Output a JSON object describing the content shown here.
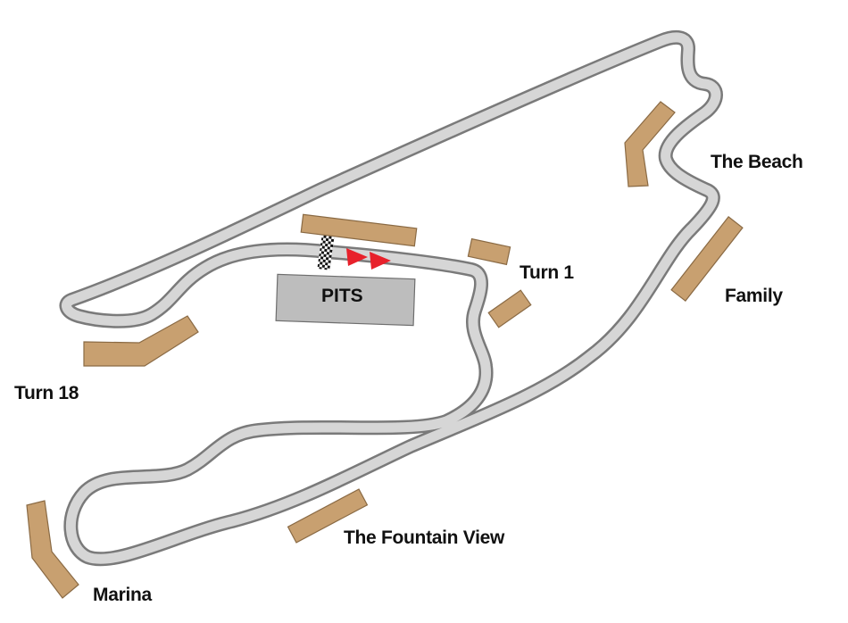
{
  "pits": {
    "label": "PITS"
  },
  "labels": {
    "turn1": "Turn 1",
    "the_beach": "The Beach",
    "family": "Family",
    "turn18": "Turn 18",
    "fountain_view": "The Fountain View",
    "marina": "Marina"
  },
  "colors": {
    "track_outline": "#7a7a7a",
    "track_fill": "#d6d6d6",
    "grandstand": "#c8a070",
    "pits": "#bdbdbd",
    "direction_arrow": "#e8212b"
  },
  "icons": {
    "start_finish": "checkered-flag-icon",
    "direction": "direction-arrow-icon"
  }
}
